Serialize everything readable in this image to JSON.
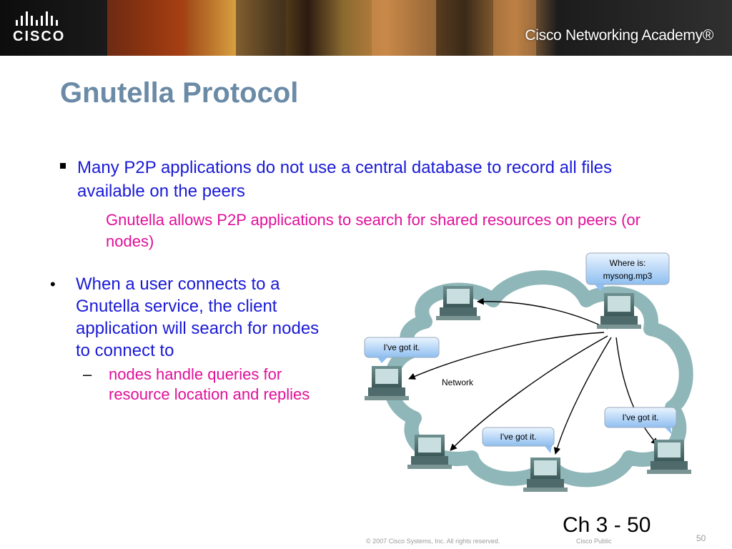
{
  "header": {
    "logo_text": "CISCO",
    "academy_text": "Cisco Networking Academy®"
  },
  "slide": {
    "title": "Gnutella Protocol",
    "bullet1": "Many P2P applications do not use a central database to record all files available on the peers",
    "bullet1_sub": "Gnutella allows P2P applications to search for shared resources on peers (or nodes)",
    "bullet2": "When a user connects to a Gnutella service, the client application will search for nodes to connect to",
    "bullet2_sub": "nodes handle queries for resource location and replies"
  },
  "diagram": {
    "query_bubble_line1": "Where is:",
    "query_bubble_line2": "mysong.mp3",
    "reply_left": "I've got it.",
    "reply_bottom": "I've got it.",
    "reply_right": "I've got it.",
    "cloud_label": "Network"
  },
  "footer": {
    "slide_ref": "Ch 3 - 50",
    "copyright": "© 2007 Cisco Systems, Inc. All rights reserved.",
    "classification": "Cisco Public",
    "page_number": "50"
  },
  "colors": {
    "title": "#6a8aa6",
    "body_text": "#1a1ad6",
    "sub_text": "#e0109a",
    "cloud_fill": "#ffffff",
    "cloud_stroke": "#8fb6b8"
  }
}
